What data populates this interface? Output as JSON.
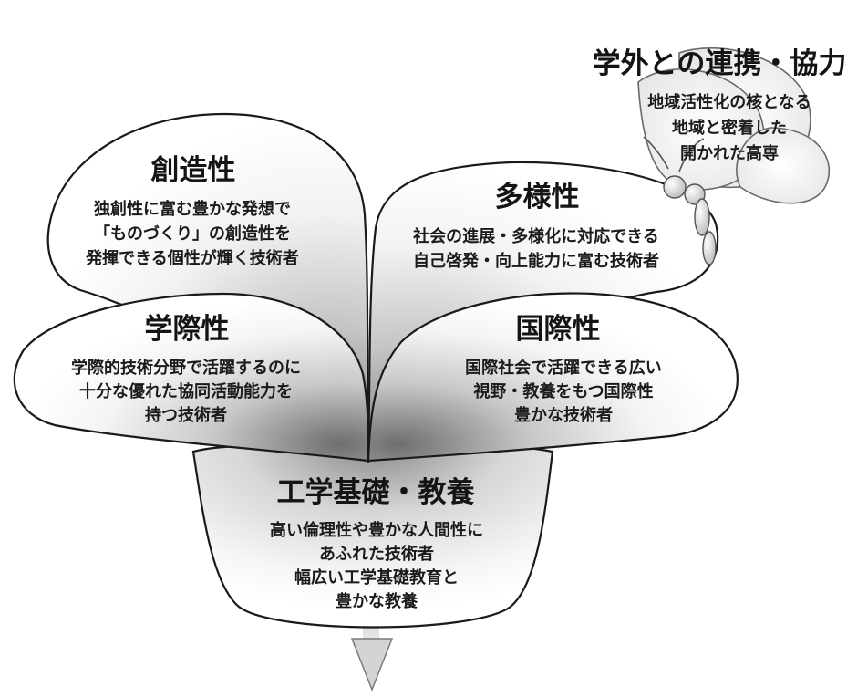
{
  "butterfly": {
    "title": "学外との連携・協力",
    "lines": [
      "地域活性化の核となる",
      "地域と密着した",
      "開かれた高専"
    ]
  },
  "petals": {
    "creativity": {
      "title": "創造性",
      "lines": [
        "独創性に富む豊かな発想で",
        "「ものづくり」の創造性を",
        "発揮できる個性が輝く技術者"
      ]
    },
    "diversity": {
      "title": "多様性",
      "lines": [
        "社会の進展・多様化に対応できる",
        "自己啓発・向上能力に富む技術者"
      ]
    },
    "interdisciplinary": {
      "title": "学際性",
      "lines": [
        "学際的技術分野で活躍するのに",
        "十分な優れた協同活動能力を",
        "持つ技術者"
      ]
    },
    "international": {
      "title": "国際性",
      "lines": [
        "国際社会で活躍できる広い",
        "視野・教養をもつ国際性",
        "豊かな技術者"
      ]
    }
  },
  "base": {
    "title": "工学基礎・教養",
    "lines": [
      "高い倫理性や豊かな人間性に",
      "あふれた技術者",
      "幅広い工学基礎教育と",
      "豊かな教養"
    ]
  }
}
